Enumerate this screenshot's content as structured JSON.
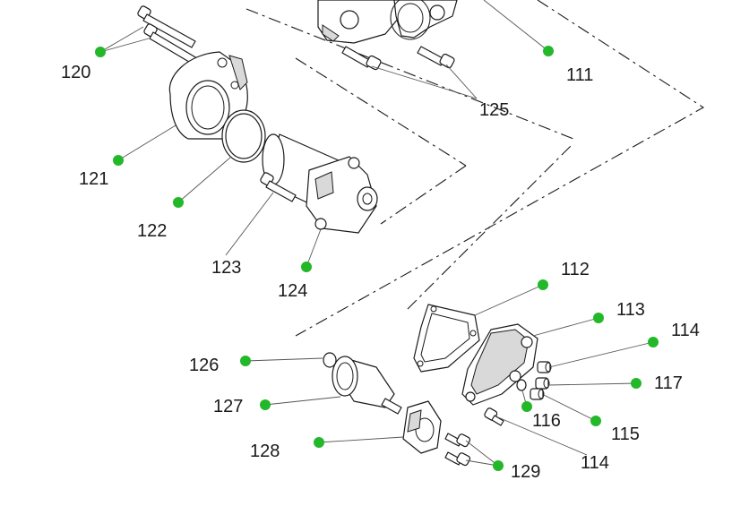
{
  "colors": {
    "hotspot": "#22b82a",
    "line": "#1a1a1a",
    "leader": "#555555",
    "background": "#ffffff"
  },
  "callouts": [
    {
      "id": "c111",
      "label": "111"
    },
    {
      "id": "c112",
      "label": "112"
    },
    {
      "id": "c113",
      "label": "113"
    },
    {
      "id": "c114a",
      "label": "114"
    },
    {
      "id": "c114b",
      "label": "114"
    },
    {
      "id": "c115",
      "label": "115"
    },
    {
      "id": "c116",
      "label": "116"
    },
    {
      "id": "c117",
      "label": "117"
    },
    {
      "id": "c120",
      "label": "120"
    },
    {
      "id": "c121",
      "label": "121"
    },
    {
      "id": "c122",
      "label": "122"
    },
    {
      "id": "c123",
      "label": "123"
    },
    {
      "id": "c124",
      "label": "124"
    },
    {
      "id": "c125",
      "label": "125"
    },
    {
      "id": "c126",
      "label": "126"
    },
    {
      "id": "c127",
      "label": "127"
    },
    {
      "id": "c128",
      "label": "128"
    },
    {
      "id": "c129",
      "label": "129"
    }
  ]
}
